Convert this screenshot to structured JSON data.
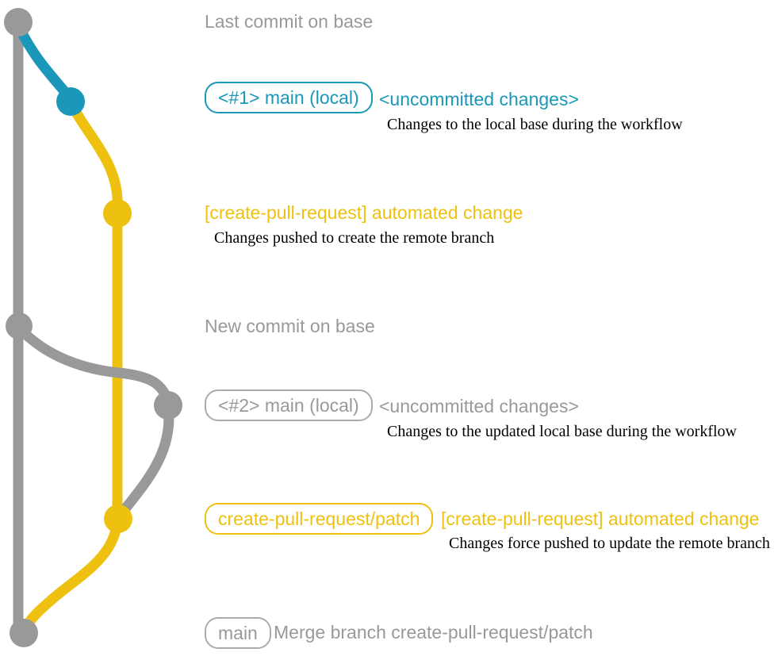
{
  "colors": {
    "gray": "#999999",
    "gray-border": "#ababab",
    "blue": "#1b97b9",
    "yellow": "#eec111",
    "ink": "#000000"
  },
  "graph": {
    "type": "git-branch-diagram",
    "branches": [
      {
        "name": "base",
        "color_key": "gray"
      },
      {
        "name": "main (local)",
        "color_key": "blue then gray"
      },
      {
        "name": "create-pull-request/patch",
        "color_key": "yellow"
      }
    ],
    "commits": [
      "last-commit-on-base",
      "main-local-1-uncommitted",
      "create-pull-request-automated-change-1",
      "new-commit-on-base",
      "main-local-2-uncommitted",
      "create-pull-request-automated-change-2",
      "merge-commit-on-base"
    ]
  },
  "rows": {
    "row1": {
      "label": "Last commit on base"
    },
    "row2": {
      "badge": "<#1> main (local)",
      "status": "<uncommitted changes>",
      "note": "Changes to the local base during the workflow"
    },
    "row3": {
      "heading": "[create-pull-request] automated change",
      "note": "Changes pushed to create the remote branch"
    },
    "row4": {
      "label": "New commit on base"
    },
    "row5": {
      "badge": "<#2> main (local)",
      "status": "<uncommitted changes>",
      "note": "Changes to the updated local base during the workflow"
    },
    "row6": {
      "badge": "create-pull-request/patch",
      "heading": "[create-pull-request] automated change",
      "note": "Changes force pushed to update the remote branch"
    },
    "row7": {
      "badge": "main",
      "label": "Merge branch create-pull-request/patch"
    }
  }
}
